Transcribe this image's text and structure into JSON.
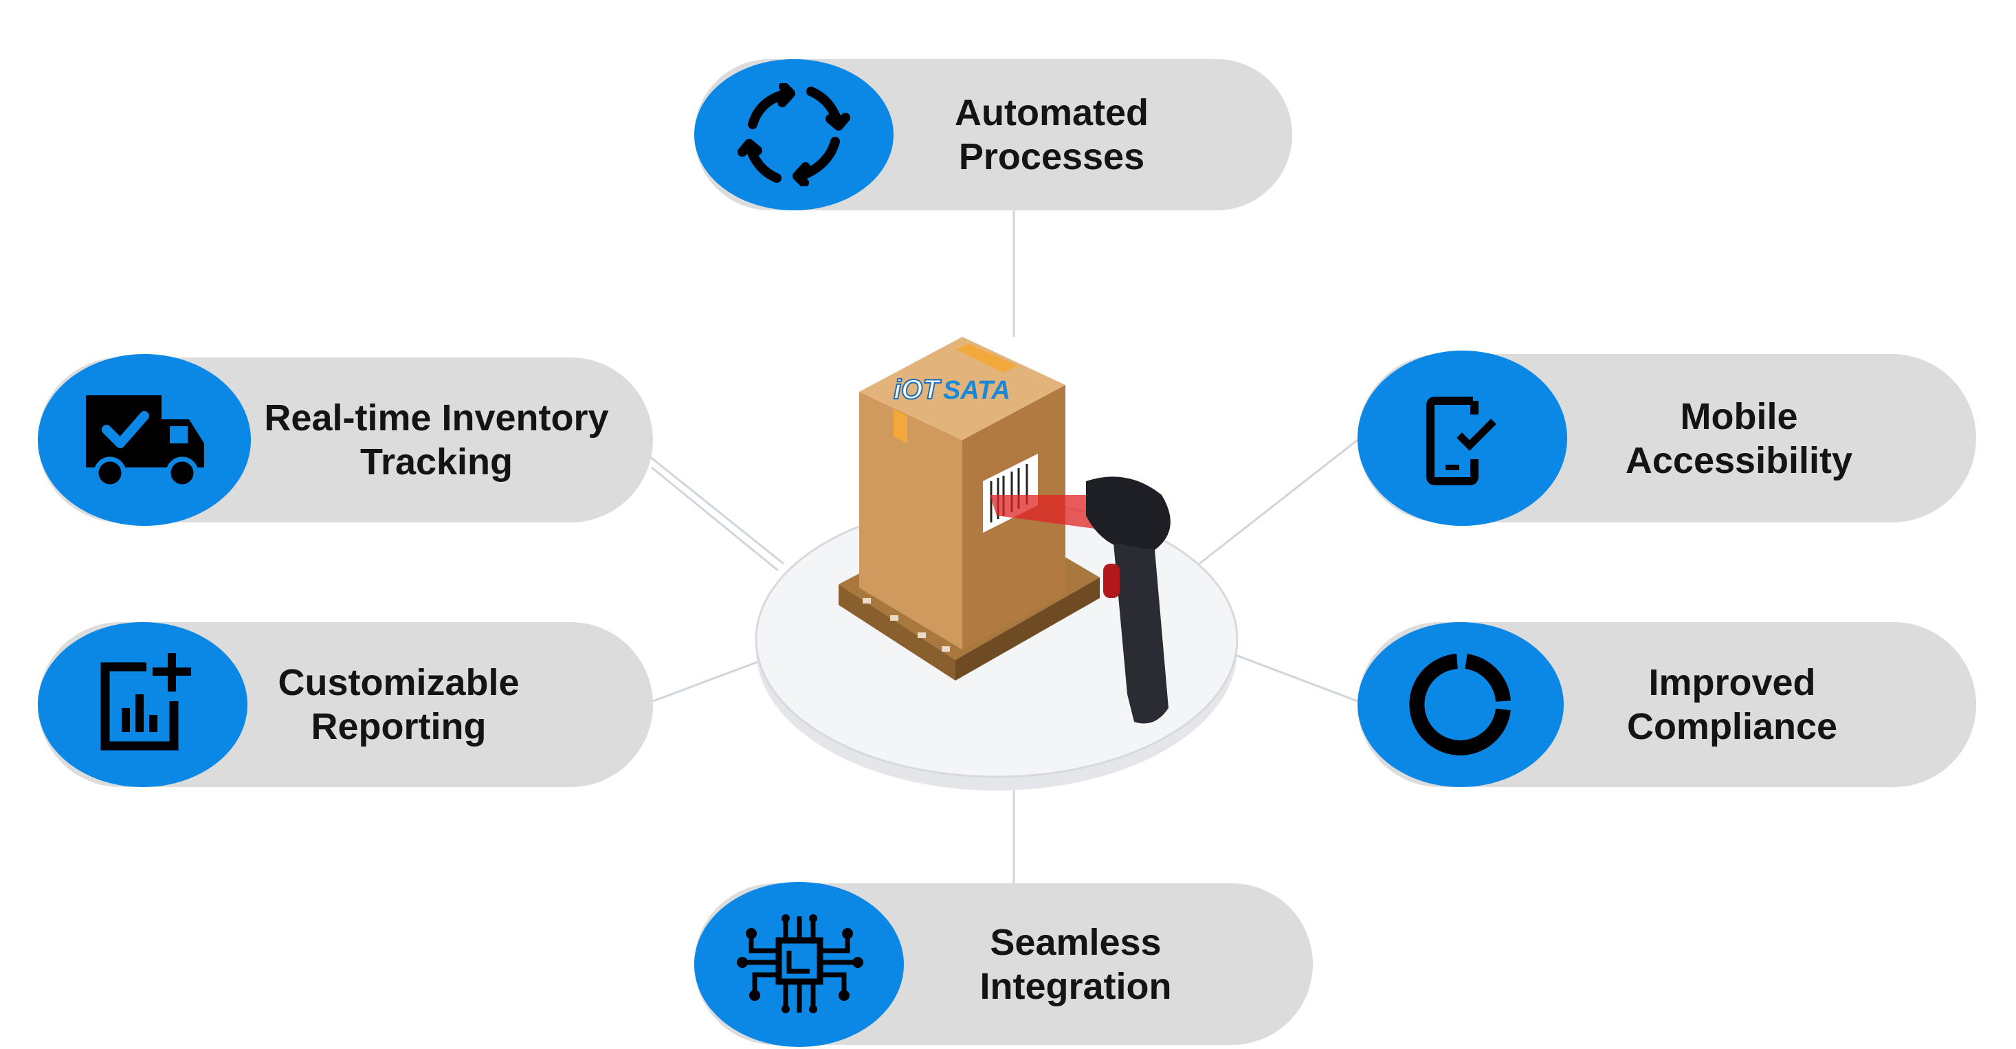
{
  "brand": {
    "logo_text_iot": "iOT",
    "logo_text_sata": "SATA",
    "accent_color": "#0b87e6",
    "pill_color": "#dcdcdc"
  },
  "features": {
    "automated": {
      "label": "Automated\nProcesses",
      "icon": "refresh-arrows-icon"
    },
    "realtime": {
      "label": "Real-time Inventory\nTracking",
      "icon": "delivery-truck-check-icon"
    },
    "reporting": {
      "label": "Customizable\nReporting",
      "icon": "report-chart-add-icon"
    },
    "mobile": {
      "label": "Mobile\nAccessibility",
      "icon": "mobile-check-icon"
    },
    "compliance": {
      "label": "Improved\nCompliance",
      "icon": "donut-progress-icon"
    },
    "integration": {
      "label": "Seamless\nIntegration",
      "icon": "circuit-chip-icon"
    }
  }
}
